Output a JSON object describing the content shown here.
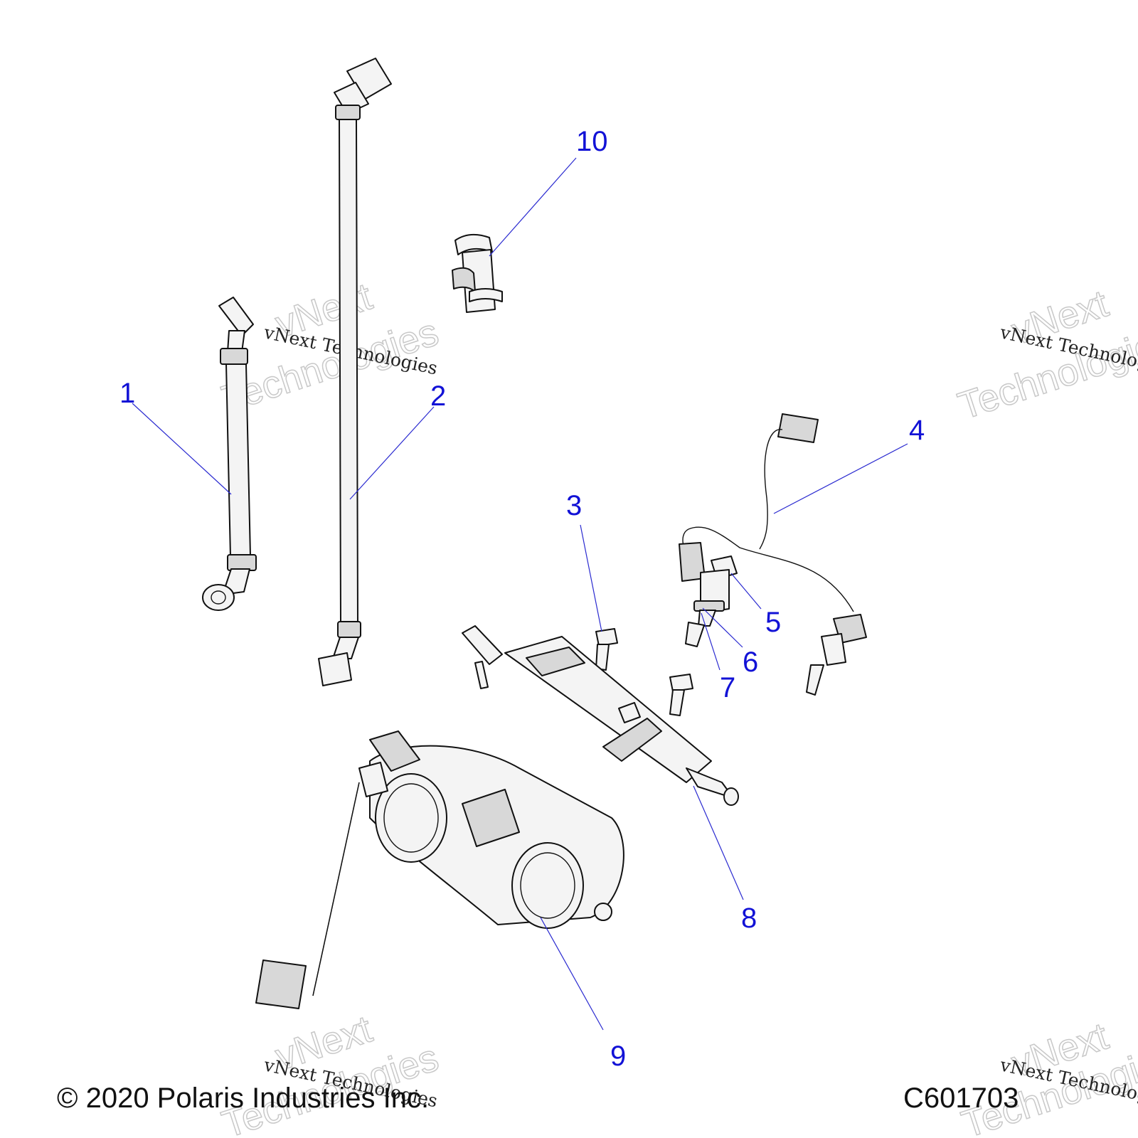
{
  "callouts": [
    {
      "label": "1"
    },
    {
      "label": "2"
    },
    {
      "label": "3"
    },
    {
      "label": "4"
    },
    {
      "label": "5"
    },
    {
      "label": "6"
    },
    {
      "label": "7"
    },
    {
      "label": "8"
    },
    {
      "label": "9"
    },
    {
      "label": "10"
    }
  ],
  "watermark": {
    "line1": "vNext",
    "line2": "Technologies",
    "small": "vNext Technologies"
  },
  "footer": {
    "copyright": "© 2020 Polaris Industries Inc.",
    "figure_code": "C601703"
  },
  "colors": {
    "callout_text": "#1212d6",
    "leader_line": "#2a2ad0",
    "linework": "#111111"
  }
}
